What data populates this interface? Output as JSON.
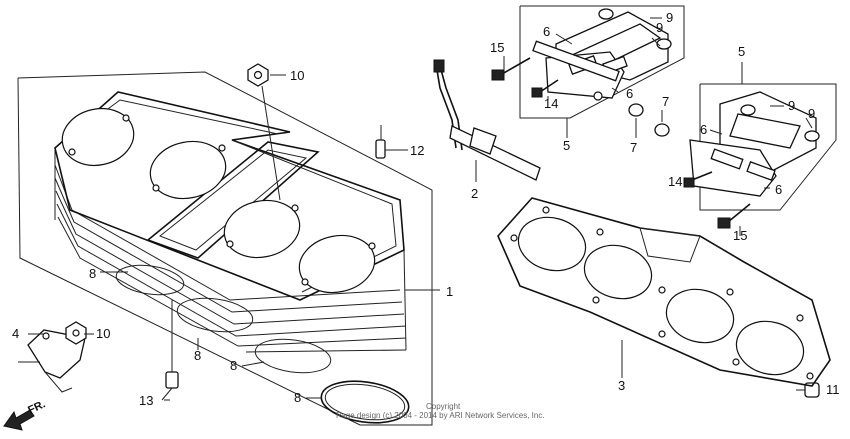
{
  "callouts": {
    "c1": "1",
    "c2": "2",
    "c3": "3",
    "c4": "4",
    "c5a": "5",
    "c5b": "5",
    "c6a": "6",
    "c6b": "6",
    "c6c": "6",
    "c6d": "6",
    "c7a": "7",
    "c7b": "7",
    "c8a": "8",
    "c8b": "8",
    "c8c": "8",
    "c8d": "8",
    "c9a": "9",
    "c9b": "9",
    "c9c": "9",
    "c9d": "9",
    "c10a": "10",
    "c10b": "10",
    "c11": "11",
    "c12": "12",
    "c13": "13",
    "c14a": "14",
    "c14b": "14",
    "c15a": "15",
    "c15b": "15"
  },
  "front_marker": "FR.",
  "copyright": {
    "line1": "Copyright",
    "line2": "Page design (c) 2004 - 2014 by ARI Network Services, Inc."
  },
  "colors": {
    "ink": "#111111",
    "background": "#ffffff"
  },
  "icons": {
    "front_arrow": "arrow-down-left-icon"
  }
}
